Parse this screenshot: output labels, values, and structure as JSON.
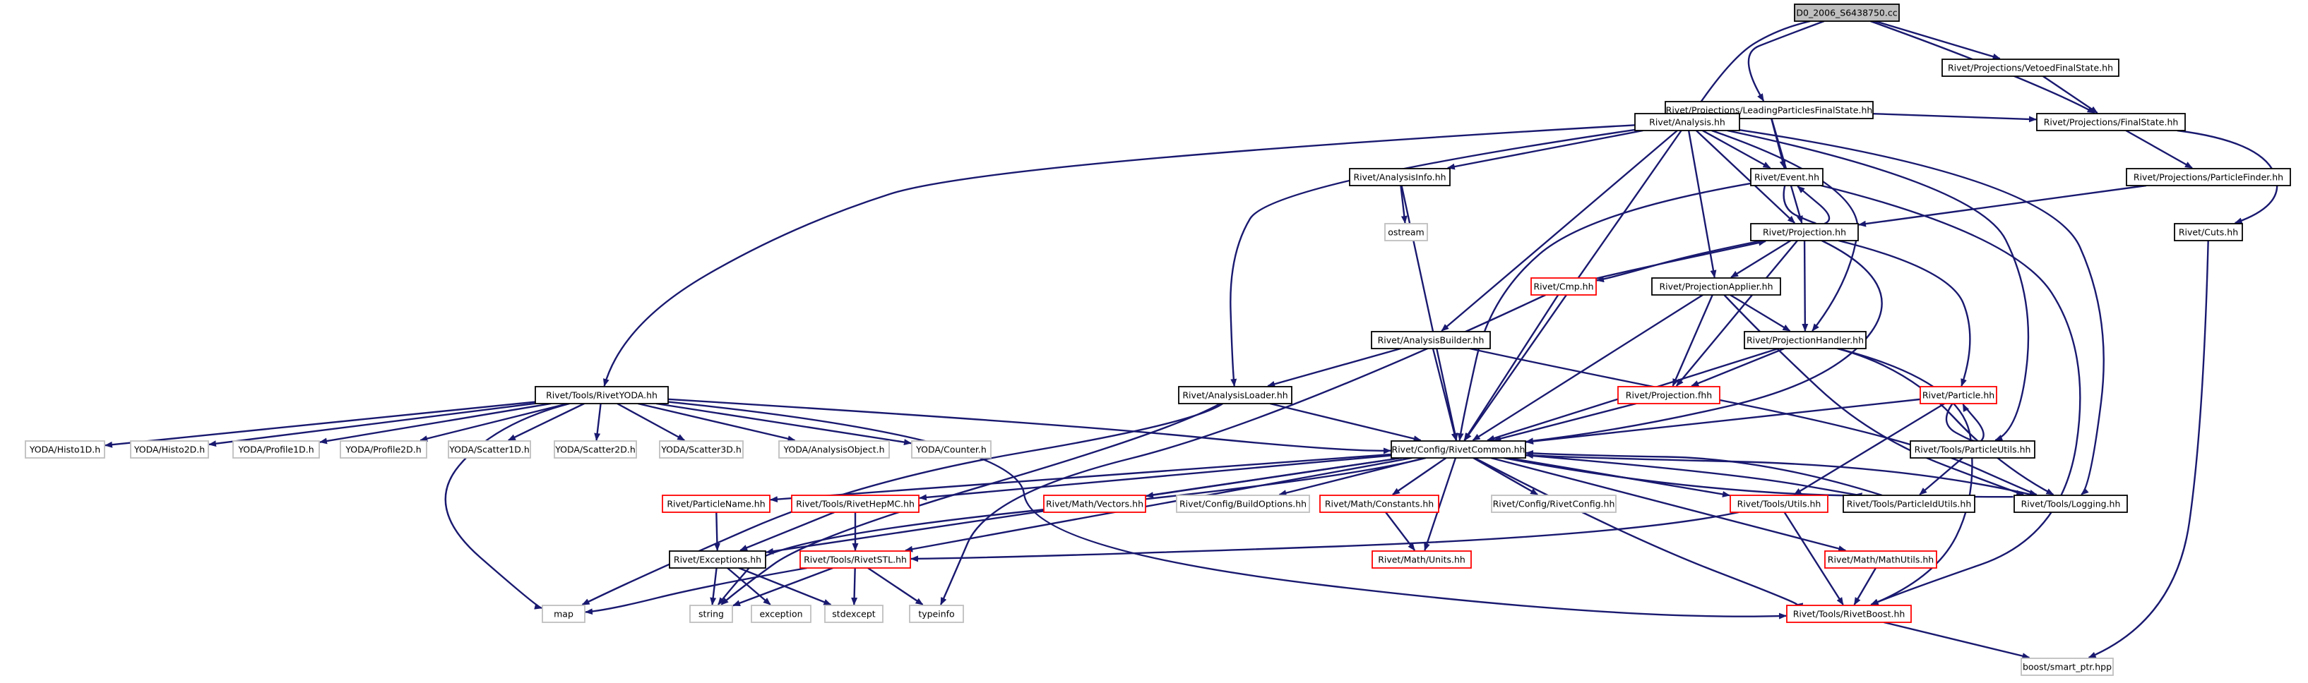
{
  "graph": {
    "colors": {
      "edge": "#191970",
      "border_normal": "#000000",
      "border_incomplete": "#ff0000",
      "border_system": "#bfbfbf",
      "focus_fill": "#bfbfbf",
      "box_fill": "#ffffff",
      "text": "#000000"
    },
    "nodes": [
      {
        "id": "main",
        "label": "D0_2006_S6438750.cc",
        "kind": "focus"
      },
      {
        "id": "lpfs",
        "label": "Rivet/Projections/LeadingParticlesFinalState.hh",
        "kind": "normal"
      },
      {
        "id": "vfs",
        "label": "Rivet/Projections/VetoedFinalState.hh",
        "kind": "normal"
      },
      {
        "id": "analysis",
        "label": "Rivet/Analysis.hh",
        "kind": "normal"
      },
      {
        "id": "finalstate",
        "label": "Rivet/Projections/FinalState.hh",
        "kind": "normal"
      },
      {
        "id": "event",
        "label": "Rivet/Event.hh",
        "kind": "normal"
      },
      {
        "id": "analysisinfo",
        "label": "Rivet/AnalysisInfo.hh",
        "kind": "normal"
      },
      {
        "id": "particlefinder",
        "label": "Rivet/Projections/ParticleFinder.hh",
        "kind": "normal"
      },
      {
        "id": "ostream",
        "label": "ostream",
        "kind": "system"
      },
      {
        "id": "projection",
        "label": "Rivet/Projection.hh",
        "kind": "normal"
      },
      {
        "id": "cuts",
        "label": "Rivet/Cuts.hh",
        "kind": "normal"
      },
      {
        "id": "cmp",
        "label": "Rivet/Cmp.hh",
        "kind": "incomplete"
      },
      {
        "id": "projapplier",
        "label": "Rivet/ProjectionApplier.hh",
        "kind": "normal"
      },
      {
        "id": "analysisbuilder",
        "label": "Rivet/AnalysisBuilder.hh",
        "kind": "normal"
      },
      {
        "id": "projhandler",
        "label": "Rivet/ProjectionHandler.hh",
        "kind": "normal"
      },
      {
        "id": "rivetyoda",
        "label": "Rivet/Tools/RivetYODA.hh",
        "kind": "normal"
      },
      {
        "id": "analysisloader",
        "label": "Rivet/AnalysisLoader.hh",
        "kind": "normal"
      },
      {
        "id": "projfhh",
        "label": "Rivet/Projection.fhh",
        "kind": "incomplete"
      },
      {
        "id": "particle",
        "label": "Rivet/Particle.hh",
        "kind": "incomplete"
      },
      {
        "id": "histo1d",
        "label": "YODA/Histo1D.h",
        "kind": "system"
      },
      {
        "id": "histo2d",
        "label": "YODA/Histo2D.h",
        "kind": "system"
      },
      {
        "id": "profile1d",
        "label": "YODA/Profile1D.h",
        "kind": "system"
      },
      {
        "id": "profile2d",
        "label": "YODA/Profile2D.h",
        "kind": "system"
      },
      {
        "id": "scatter1d",
        "label": "YODA/Scatter1D.h",
        "kind": "system"
      },
      {
        "id": "scatter2d",
        "label": "YODA/Scatter2D.h",
        "kind": "system"
      },
      {
        "id": "scatter3d",
        "label": "YODA/Scatter3D.h",
        "kind": "system"
      },
      {
        "id": "analysisobject",
        "label": "YODA/AnalysisObject.h",
        "kind": "system"
      },
      {
        "id": "counter",
        "label": "YODA/Counter.h",
        "kind": "system"
      },
      {
        "id": "rivetcommon",
        "label": "Rivet/Config/RivetCommon.hh",
        "kind": "normal"
      },
      {
        "id": "particleutils",
        "label": "Rivet/Tools/ParticleUtils.hh",
        "kind": "normal"
      },
      {
        "id": "particlename",
        "label": "Rivet/ParticleName.hh",
        "kind": "incomplete"
      },
      {
        "id": "rivethepmc",
        "label": "Rivet/Tools/RivetHepMC.hh",
        "kind": "incomplete"
      },
      {
        "id": "vectors",
        "label": "Rivet/Math/Vectors.hh",
        "kind": "incomplete"
      },
      {
        "id": "buildoptions",
        "label": "Rivet/Config/BuildOptions.hh",
        "kind": "system"
      },
      {
        "id": "constants",
        "label": "Rivet/Math/Constants.hh",
        "kind": "incomplete"
      },
      {
        "id": "rivetconfig",
        "label": "Rivet/Config/RivetConfig.hh",
        "kind": "system"
      },
      {
        "id": "utils",
        "label": "Rivet/Tools/Utils.hh",
        "kind": "incomplete"
      },
      {
        "id": "particleidutils",
        "label": "Rivet/Tools/ParticleIdUtils.hh",
        "kind": "normal"
      },
      {
        "id": "logging",
        "label": "Rivet/Tools/Logging.hh",
        "kind": "normal"
      },
      {
        "id": "exceptions",
        "label": "Rivet/Exceptions.hh",
        "kind": "normal"
      },
      {
        "id": "units",
        "label": "Rivet/Math/Units.hh",
        "kind": "incomplete"
      },
      {
        "id": "mathutils",
        "label": "Rivet/Math/MathUtils.hh",
        "kind": "incomplete"
      },
      {
        "id": "rivetstl",
        "label": "Rivet/Tools/RivetSTL.hh",
        "kind": "incomplete"
      },
      {
        "id": "map",
        "label": "map",
        "kind": "system"
      },
      {
        "id": "string",
        "label": "string",
        "kind": "system"
      },
      {
        "id": "exception",
        "label": "exception",
        "kind": "system"
      },
      {
        "id": "stdexcept",
        "label": "stdexcept",
        "kind": "system"
      },
      {
        "id": "typeinfo",
        "label": "typeinfo",
        "kind": "system"
      },
      {
        "id": "rivetboost",
        "label": "Rivet/Tools/RivetBoost.hh",
        "kind": "incomplete"
      },
      {
        "id": "smartptr",
        "label": "boost/smart_ptr.hpp",
        "kind": "system"
      }
    ],
    "edges": [
      [
        "main",
        "analysis"
      ],
      [
        "main",
        "lpfs"
      ],
      [
        "main",
        "vfs"
      ],
      [
        "main",
        "finalstate"
      ],
      [
        "lpfs",
        "finalstate"
      ],
      [
        "lpfs",
        "event"
      ],
      [
        "lpfs",
        "projection"
      ],
      [
        "vfs",
        "finalstate"
      ],
      [
        "finalstate",
        "particlefinder"
      ],
      [
        "finalstate",
        "cuts"
      ],
      [
        "particlefinder",
        "projection"
      ],
      [
        "cuts",
        "smartptr"
      ],
      [
        "analysis",
        "event"
      ],
      [
        "analysis",
        "projection"
      ],
      [
        "analysis",
        "analysisinfo"
      ],
      [
        "analysis",
        "projapplier"
      ],
      [
        "analysis",
        "projhandler"
      ],
      [
        "analysis",
        "analysisbuilder"
      ],
      [
        "analysis",
        "analysisloader"
      ],
      [
        "analysis",
        "rivetyoda"
      ],
      [
        "analysis",
        "rivetcommon"
      ],
      [
        "analysis",
        "particleutils"
      ],
      [
        "analysis",
        "logging"
      ],
      [
        "event",
        "projection"
      ],
      [
        "event",
        "rivetcommon"
      ],
      [
        "event",
        "rivetboost"
      ],
      [
        "analysisinfo",
        "ostream"
      ],
      [
        "analysisinfo",
        "rivetcommon"
      ],
      [
        "projection",
        "event"
      ],
      [
        "projection",
        "cmp"
      ],
      [
        "projection",
        "projapplier"
      ],
      [
        "projection",
        "projhandler"
      ],
      [
        "projection",
        "projfhh"
      ],
      [
        "projection",
        "particle"
      ],
      [
        "projection",
        "rivetcommon"
      ],
      [
        "cmp",
        "projection"
      ],
      [
        "cmp",
        "rivetcommon"
      ],
      [
        "cmp",
        "typeinfo"
      ],
      [
        "projapplier",
        "projhandler"
      ],
      [
        "projapplier",
        "projfhh"
      ],
      [
        "projapplier",
        "rivetcommon"
      ],
      [
        "projapplier",
        "logging"
      ],
      [
        "projhandler",
        "projfhh"
      ],
      [
        "projhandler",
        "rivetcommon"
      ],
      [
        "projhandler",
        "logging"
      ],
      [
        "projhandler",
        "rivetboost"
      ],
      [
        "analysisbuilder",
        "analysisloader"
      ],
      [
        "analysisbuilder",
        "rivetcommon"
      ],
      [
        "analysisbuilder",
        "logging"
      ],
      [
        "analysisloader",
        "rivetcommon"
      ],
      [
        "analysisloader",
        "map"
      ],
      [
        "analysisloader",
        "string"
      ],
      [
        "projfhh",
        "rivetcommon"
      ],
      [
        "particle",
        "particleutils"
      ],
      [
        "particle",
        "rivetcommon"
      ],
      [
        "particle",
        "utils"
      ],
      [
        "particleutils",
        "particle"
      ],
      [
        "particleutils",
        "particleidutils"
      ],
      [
        "rivetyoda",
        "histo1d"
      ],
      [
        "rivetyoda",
        "histo2d"
      ],
      [
        "rivetyoda",
        "profile1d"
      ],
      [
        "rivetyoda",
        "profile2d"
      ],
      [
        "rivetyoda",
        "scatter1d"
      ],
      [
        "rivetyoda",
        "scatter2d"
      ],
      [
        "rivetyoda",
        "scatter3d"
      ],
      [
        "rivetyoda",
        "analysisobject"
      ],
      [
        "rivetyoda",
        "counter"
      ],
      [
        "rivetyoda",
        "rivetcommon"
      ],
      [
        "rivetyoda",
        "map"
      ],
      [
        "rivetyoda",
        "rivetboost"
      ],
      [
        "rivetcommon",
        "particlename"
      ],
      [
        "rivetcommon",
        "rivethepmc"
      ],
      [
        "rivetcommon",
        "vectors"
      ],
      [
        "rivetcommon",
        "buildoptions"
      ],
      [
        "rivetcommon",
        "constants"
      ],
      [
        "rivetcommon",
        "rivetconfig"
      ],
      [
        "rivetcommon",
        "utils"
      ],
      [
        "rivetcommon",
        "particleidutils"
      ],
      [
        "rivetcommon",
        "logging"
      ],
      [
        "rivetcommon",
        "exceptions"
      ],
      [
        "rivetcommon",
        "units"
      ],
      [
        "rivetcommon",
        "mathutils"
      ],
      [
        "rivetcommon",
        "rivetstl"
      ],
      [
        "rivetcommon",
        "string"
      ],
      [
        "rivetcommon",
        "rivetboost"
      ],
      [
        "particleidutils",
        "rivetcommon"
      ],
      [
        "logging",
        "rivetcommon"
      ],
      [
        "particlename",
        "exceptions"
      ],
      [
        "rivethepmc",
        "exceptions"
      ],
      [
        "rivethepmc",
        "rivetstl"
      ],
      [
        "constants",
        "units"
      ],
      [
        "utils",
        "rivetstl"
      ],
      [
        "utils",
        "rivetboost"
      ],
      [
        "mathutils",
        "rivetboost"
      ],
      [
        "exceptions",
        "string"
      ],
      [
        "exceptions",
        "exception"
      ],
      [
        "exceptions",
        "stdexcept"
      ],
      [
        "rivetstl",
        "map"
      ],
      [
        "rivetstl",
        "string"
      ],
      [
        "rivetstl",
        "stdexcept"
      ],
      [
        "rivetstl",
        "typeinfo"
      ],
      [
        "rivetboost",
        "smartptr"
      ]
    ]
  }
}
